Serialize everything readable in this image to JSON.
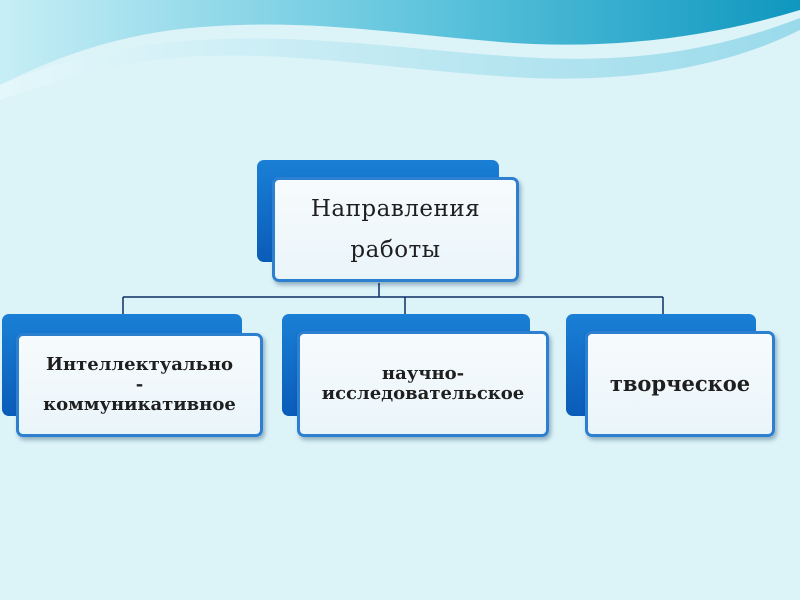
{
  "colors": {
    "background": "#dcf3f8",
    "wave_dark": "#1aa3c6",
    "wave_light": "#9fdceb",
    "box_back": "#0a5cb8",
    "box_border": "#2d7fcf",
    "box_fill": "#eef7fb",
    "connector": "#0c2f66",
    "text": "#1f1f1f"
  },
  "diagram": {
    "root": {
      "label": "Направления\nработы"
    },
    "children": [
      {
        "label": "Интеллектуально\n-\nкоммуникативное"
      },
      {
        "label": "научно-\nисследовательское"
      },
      {
        "label": "творческое"
      }
    ]
  }
}
